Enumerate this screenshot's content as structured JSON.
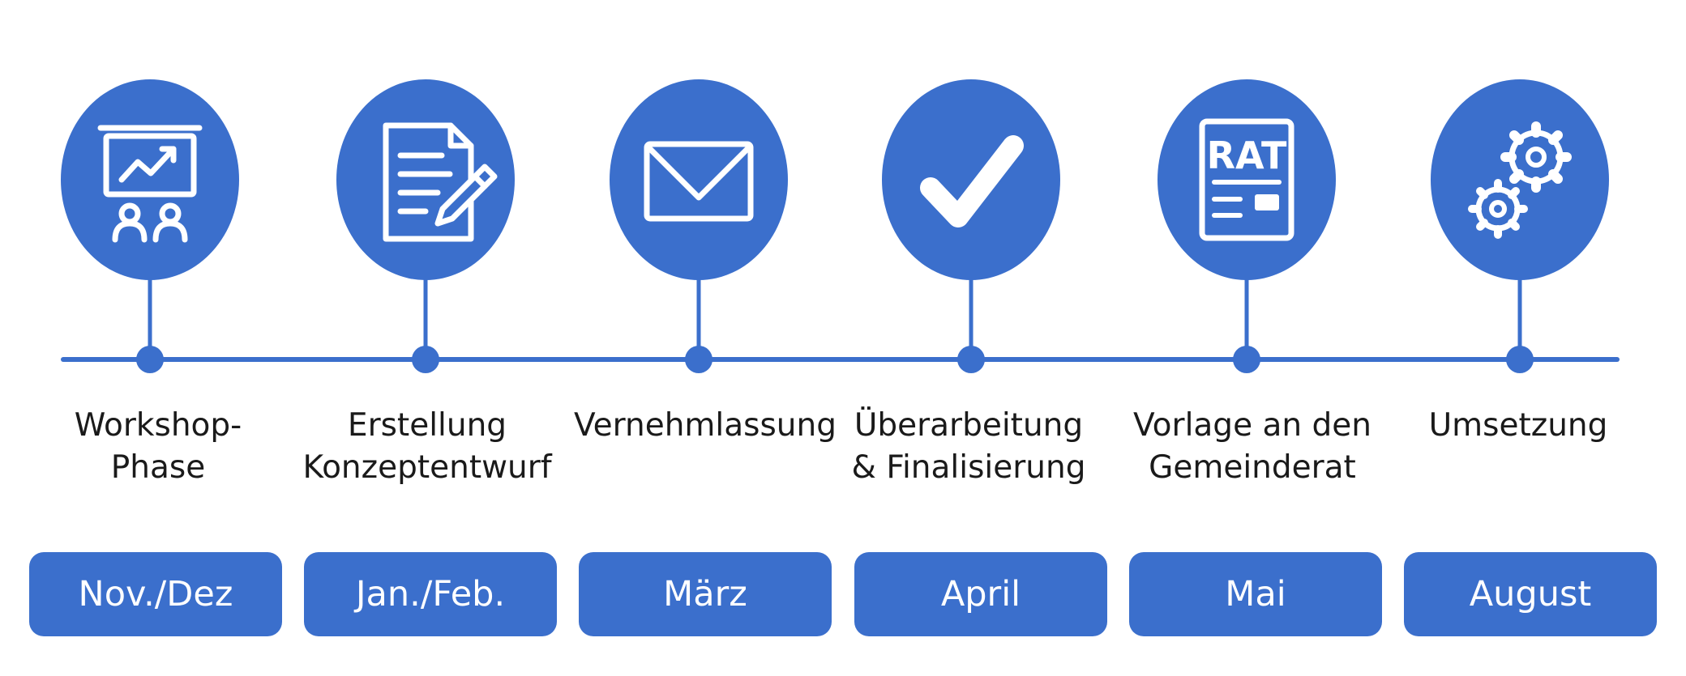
{
  "colors": {
    "accent": "#3b6fcc",
    "accent_dark": "#2f5fb8",
    "text": "#1a1a1a",
    "background": "#ffffff"
  },
  "steps": [
    {
      "icon": "presentation-chart-icon",
      "label": "Workshop-\nPhase",
      "date": "Nov./Dez"
    },
    {
      "icon": "document-edit-icon",
      "label": "Erstellung\nKonzeptentwurf",
      "date": "Jan./Feb."
    },
    {
      "icon": "envelope-icon",
      "label": "Vernehmlassung",
      "date": "März"
    },
    {
      "icon": "checkmark-icon",
      "label": "Überarbeitung\n& Finalisierung",
      "date": "April"
    },
    {
      "icon": "council-document-icon",
      "icon_text": "RAT",
      "label": "Vorlage an den\nGemeinderat",
      "date": "Mai"
    },
    {
      "icon": "gears-icon",
      "label": "Umsetzung",
      "date": "August"
    }
  ]
}
